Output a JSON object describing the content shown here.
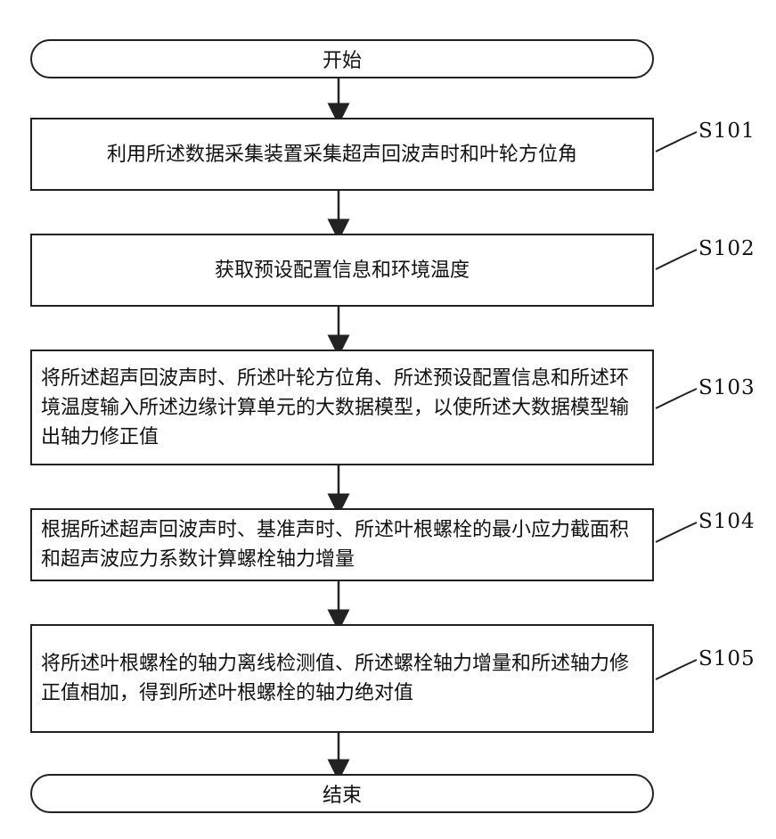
{
  "start": "开始",
  "end": "结束",
  "steps": [
    {
      "id": "S101",
      "text": "利用所述数据采集装置采集超声回波声时和叶轮方位角"
    },
    {
      "id": "S102",
      "text": "获取预设配置信息和环境温度"
    },
    {
      "id": "S103",
      "text": "将所述超声回波声时、所述叶轮方位角、所述预设配置信息和所述环境温度输入所述边缘计算单元的大数据模型，以使所述大数据模型输出轴力修正值"
    },
    {
      "id": "S104",
      "text": "根据所述超声回波声时、基准声时、所述叶根螺栓的最小应力截面积和超声波应力系数计算螺栓轴力增量"
    },
    {
      "id": "S105",
      "text": "将所述叶根螺栓的轴力离线检测值、所述螺栓轴力增量和所述轴力修正值相加，得到所述叶根螺栓的轴力绝对值"
    }
  ]
}
